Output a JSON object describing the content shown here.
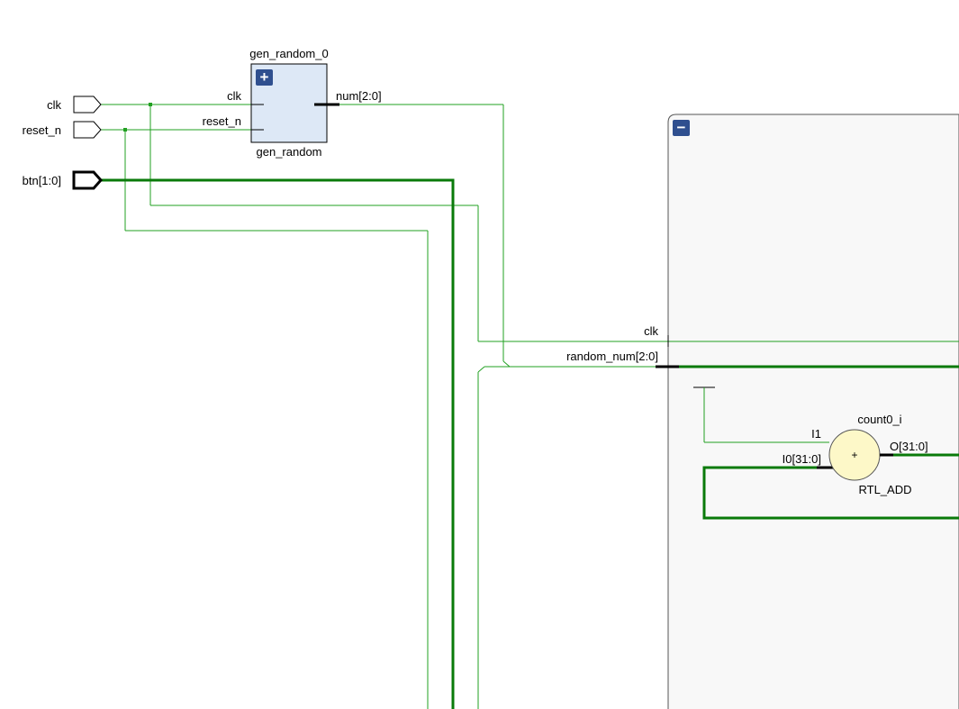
{
  "ports": {
    "clk": "clk",
    "reset_n": "reset_n",
    "btn": "btn[1:0]"
  },
  "gen_random_cell": {
    "instance_name": "gen_random_0",
    "module_name": "gen_random",
    "pin_clk": "clk",
    "pin_reset_n": "reset_n",
    "pin_num": "num[2:0]",
    "expand_symbol": "+"
  },
  "hierarchy_block": {
    "collapse_symbol": "−",
    "pin_clk": "clk",
    "pin_random_num": "random_num[2:0]"
  },
  "adder": {
    "instance_name": "count0_i",
    "type_name": "RTL_ADD",
    "symbol": "+",
    "pin_i1": "I1",
    "pin_i0": "I0[31:0]",
    "pin_o": "O[31:0]"
  },
  "colors": {
    "wire": "#22a022",
    "bus": "#0a7a0a",
    "cell_fill": "#dde8f6",
    "expander_fill": "#2f4f8f",
    "adder_fill": "#fdf8c8",
    "block_fill": "#f8f8f8"
  }
}
